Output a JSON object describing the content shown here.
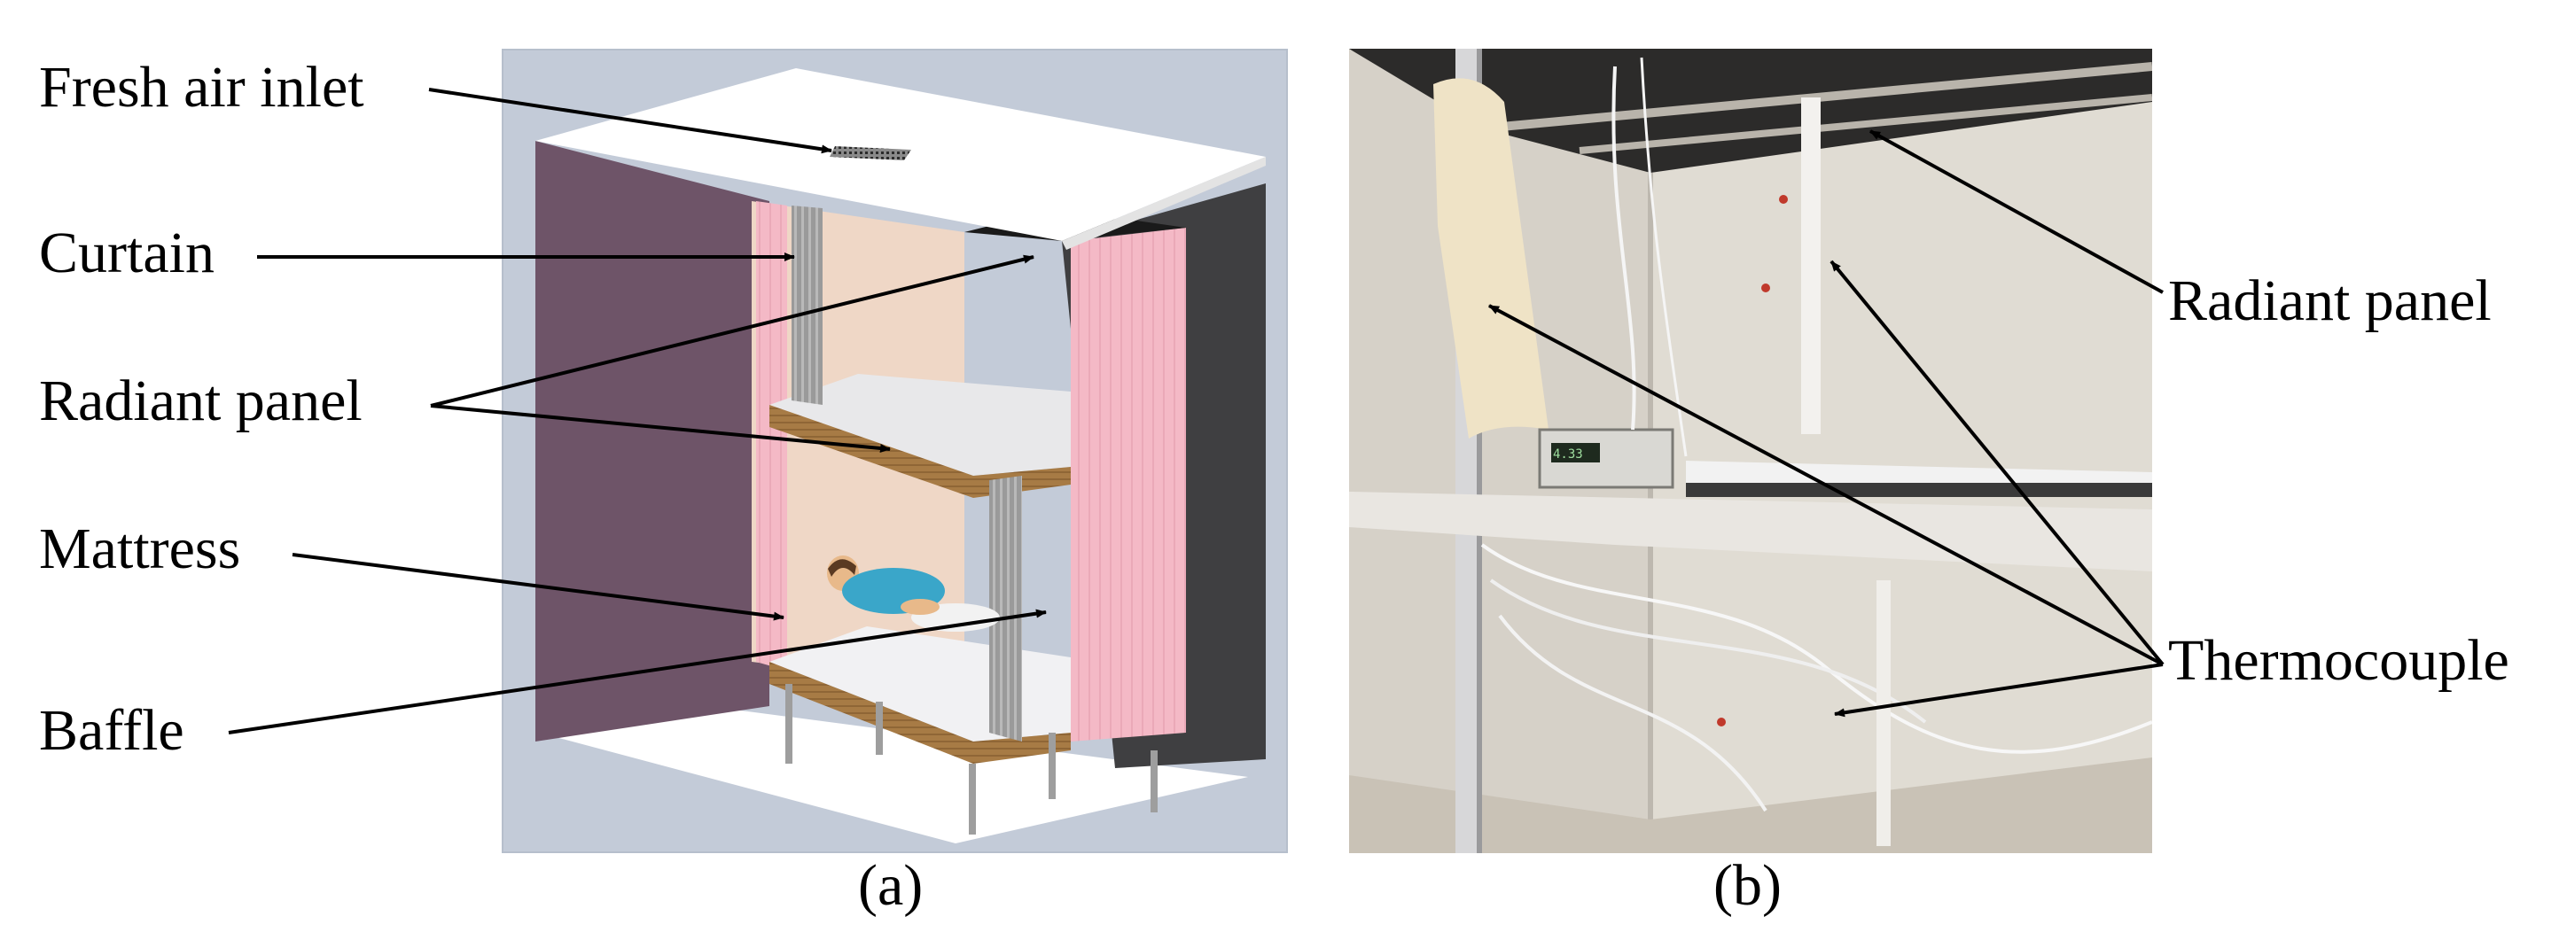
{
  "left_labels": {
    "fresh_air_inlet": "Fresh air inlet",
    "curtain": "Curtain",
    "radiant_panel": "Radiant panel",
    "mattress": "Mattress",
    "baffle": "Baffle"
  },
  "right_labels": {
    "radiant_panel": "Radiant panel",
    "thermocouple": "Thermocouple"
  },
  "instrument_readout": "4.33",
  "captions": {
    "a": "(a)",
    "b": "(b)"
  }
}
